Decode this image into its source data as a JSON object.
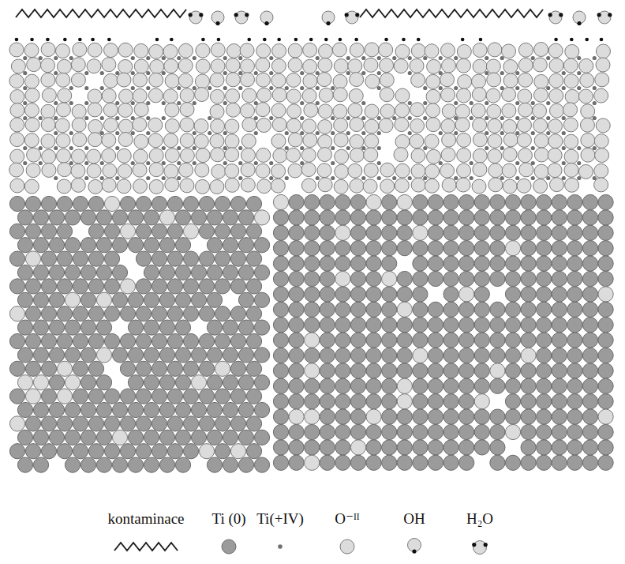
{
  "diagram": {
    "legend": [
      {
        "text": "kontaminace"
      },
      {
        "text": "Ti (0)"
      },
      {
        "text": "Ti(+IV)"
      },
      {
        "text": "O⁻ᴵᴵ"
      },
      {
        "text": "OH"
      },
      {
        "text": "H₂O"
      }
    ]
  }
}
